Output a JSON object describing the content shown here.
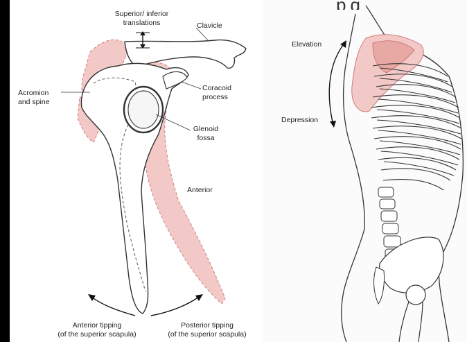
{
  "left_panel": {
    "labels": {
      "translations": [
        "Superior/ inferior",
        "translations"
      ],
      "clavicle": "Clavicle",
      "acromion": [
        "Acromion",
        "and spine"
      ],
      "coracoid": [
        "Coracoid",
        "process"
      ],
      "glenoid": [
        "Glenoid",
        "fossa"
      ],
      "anterior": "Anterior",
      "anterior_tipping": [
        "Anterior tipping",
        "(of the superior scapula)"
      ],
      "posterior_tipping": [
        "Posterior tipping",
        "(of the superior scapula)"
      ]
    }
  },
  "right_panel": {
    "labels": {
      "elevation": "Elevation",
      "depression": "Depression"
    },
    "top_text_fragment": "pg"
  },
  "colors": {
    "highlight": "#f2c9c6",
    "highlight_stroke": "#cf7b7b",
    "line": "#333333",
    "background": "#ffffff",
    "border": "#000000"
  }
}
